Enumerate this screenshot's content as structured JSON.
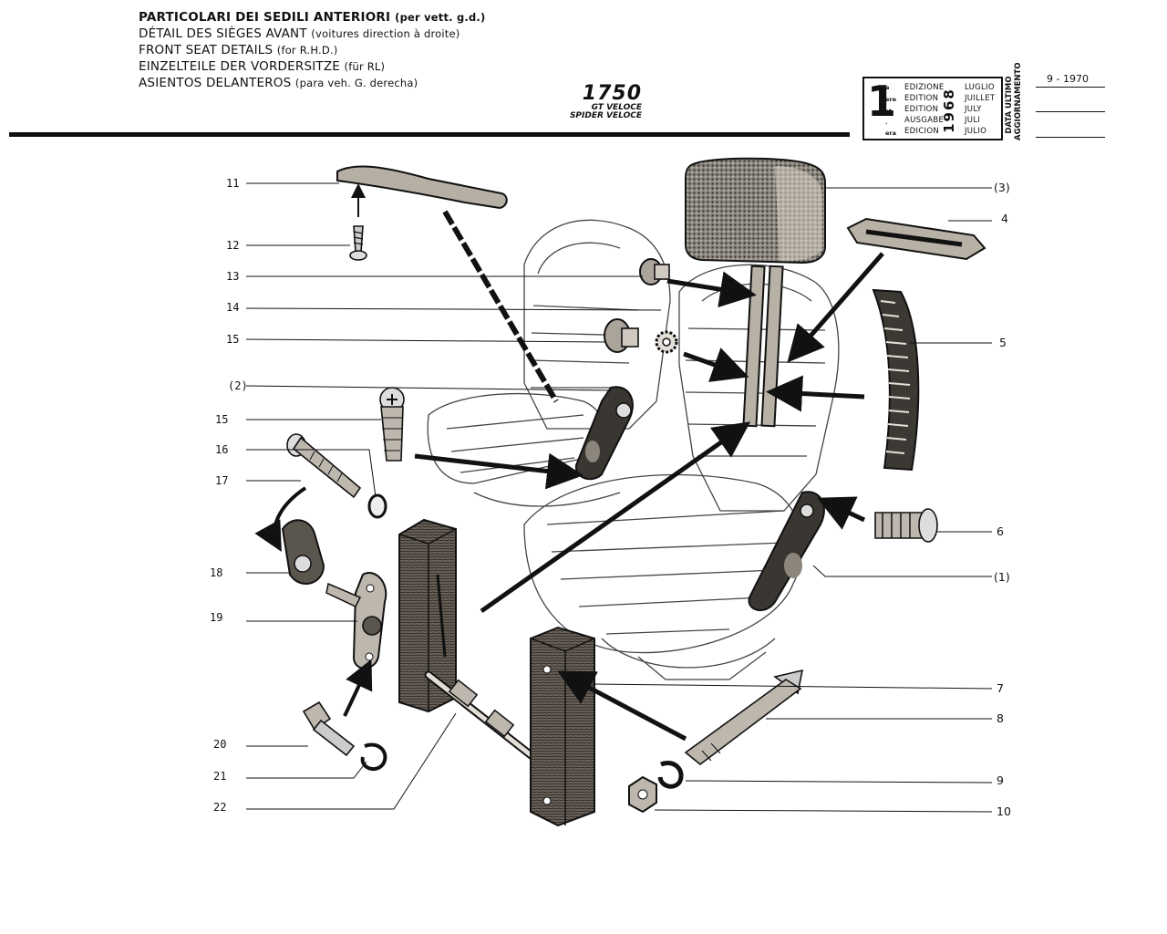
{
  "header": {
    "title_it": "PARTICOLARI DEI SEDILI ANTERIORI",
    "title_it_note": "(per vett. g.d.)",
    "title_fr": "DÉTAIL DES SIÈGES AVANT",
    "title_fr_note": "(voitures direction à droite)",
    "title_en": "FRONT SEAT DETAILS",
    "title_en_note": "(for R.H.D.)",
    "title_de": "EINZELTEILE DER VORDERSITZE",
    "title_de_note": "(für RL)",
    "title_es": "ASIENTOS DELANTEROS",
    "title_es_note": "(para veh. G. derecha)"
  },
  "model": {
    "number": "1750",
    "variant_1": "GT VELOCE",
    "variant_2": "SPIDER VELOCE"
  },
  "edition_box": {
    "number": "1",
    "suffixes": [
      "a",
      "ere",
      "st",
      ".",
      "era"
    ],
    "labels": [
      "EDIZIONE",
      "EDITION",
      "EDITION",
      "AUSGABE",
      "EDICION"
    ],
    "year": "1968",
    "months": [
      "LUGLIO",
      "JUILLET",
      "JULY",
      "JULI",
      "JULIO"
    ]
  },
  "update": {
    "label_line1": "DATA ULTIMO",
    "label_line2": "AGGIORNAMENTO",
    "value": "9 - 1970"
  },
  "callouts_left": [
    "11",
    "12",
    "13",
    "14",
    "15",
    "(2)",
    "15",
    "16",
    "17",
    "18",
    "19",
    "20",
    "21",
    "22"
  ],
  "callouts_right": [
    "(3)",
    "4",
    "5",
    "6",
    "(1)",
    "7",
    "8",
    "9",
    "10"
  ]
}
